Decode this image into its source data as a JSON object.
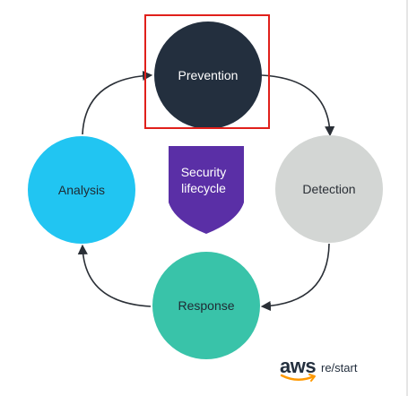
{
  "diagram": {
    "nodes": [
      {
        "id": "prevention",
        "label": "Prevention"
      },
      {
        "id": "detection",
        "label": "Detection"
      },
      {
        "id": "response",
        "label": "Response"
      },
      {
        "id": "analysis",
        "label": "Analysis"
      }
    ],
    "center_label": "Security\nlifecycle",
    "edges": [
      {
        "from": "prevention",
        "to": "detection"
      },
      {
        "from": "detection",
        "to": "response"
      },
      {
        "from": "response",
        "to": "analysis"
      },
      {
        "from": "analysis",
        "to": "prevention"
      }
    ],
    "highlighted_node": "prevention"
  },
  "logo": {
    "brand": "aws",
    "product": "re/start"
  },
  "colors": {
    "prevention": "#232f3e",
    "detection": "#d3d6d4",
    "response": "#39c3a9",
    "analysis": "#21c5f2",
    "shield": "#5a2fa6",
    "highlight": "#e0201b",
    "arrow": "#2a2f36",
    "aws_orange": "#ff9900"
  }
}
